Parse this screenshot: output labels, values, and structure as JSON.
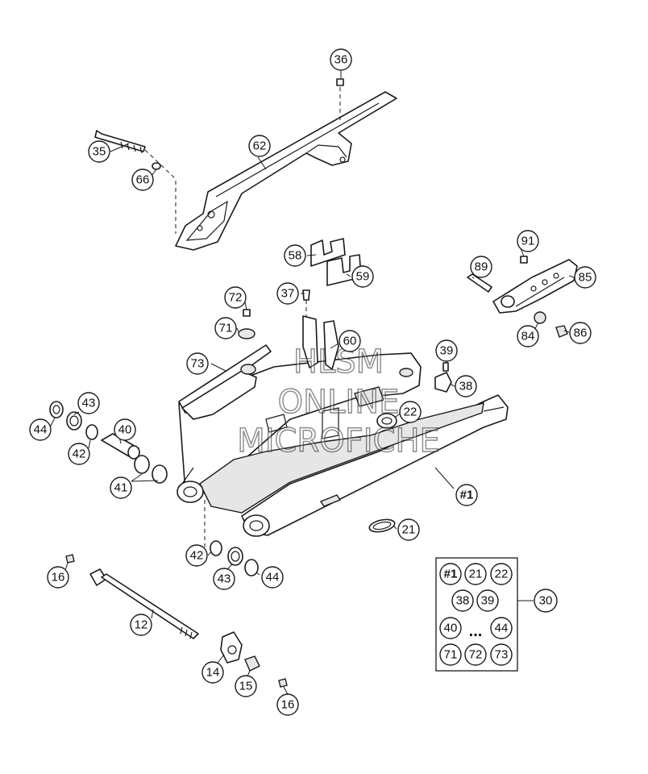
{
  "watermark": {
    "line1": "HLSM",
    "line2": "ONLINE",
    "line3": "MICROFICHE"
  },
  "callouts": {
    "c36": "36",
    "c35": "35",
    "c62": "62",
    "c66": "66",
    "c91": "91",
    "c58": "58",
    "c59": "59",
    "c89": "89",
    "c85": "85",
    "c72": "72",
    "c37": "37",
    "c71": "71",
    "c60": "60",
    "c84": "84",
    "c86": "86",
    "c73": "73",
    "c39": "39",
    "c38": "38",
    "c43a": "43",
    "c44a": "44",
    "c40": "40",
    "c22": "22",
    "c42a": "42",
    "c41": "41",
    "c1": "#1",
    "c21": "21",
    "c42b": "42",
    "c16a": "16",
    "c43b": "43",
    "c44b": "44",
    "c12": "12",
    "c14": "14",
    "c15": "15",
    "c16b": "16"
  },
  "kit": {
    "id": "30",
    "items": [
      "#1",
      "21",
      "22",
      "38",
      "39",
      "40",
      "44",
      "71",
      "72",
      "73"
    ],
    "ellipsis": "..."
  }
}
